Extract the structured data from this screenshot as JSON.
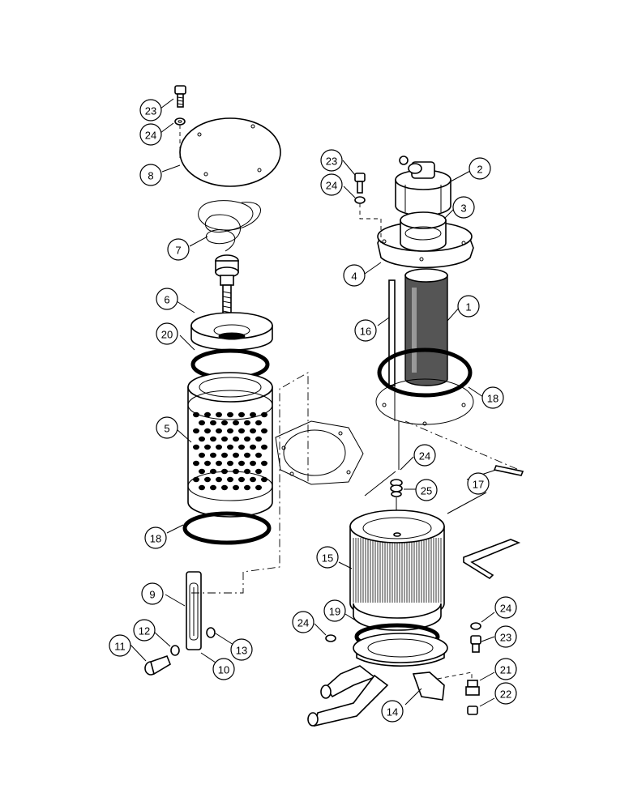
{
  "callouts": [
    {
      "id": "c23a",
      "label": "23"
    },
    {
      "id": "c24a",
      "label": "24"
    },
    {
      "id": "c8",
      "label": "8"
    },
    {
      "id": "c7",
      "label": "7"
    },
    {
      "id": "c6",
      "label": "6"
    },
    {
      "id": "c20",
      "label": "20"
    },
    {
      "id": "c5",
      "label": "5"
    },
    {
      "id": "c18a",
      "label": "18"
    },
    {
      "id": "c9",
      "label": "9"
    },
    {
      "id": "c12",
      "label": "12"
    },
    {
      "id": "c11",
      "label": "11"
    },
    {
      "id": "c10",
      "label": "10"
    },
    {
      "id": "c13",
      "label": "13"
    },
    {
      "id": "c23b",
      "label": "23"
    },
    {
      "id": "c2",
      "label": "2"
    },
    {
      "id": "c24b",
      "label": "24"
    },
    {
      "id": "c3",
      "label": "3"
    },
    {
      "id": "c4",
      "label": "4"
    },
    {
      "id": "c1",
      "label": "1"
    },
    {
      "id": "c16",
      "label": "16"
    },
    {
      "id": "c18b",
      "label": "18"
    },
    {
      "id": "c24c",
      "label": "24"
    },
    {
      "id": "c17",
      "label": "17"
    },
    {
      "id": "c25",
      "label": "25"
    },
    {
      "id": "c15",
      "label": "15"
    },
    {
      "id": "c24d",
      "label": "24"
    },
    {
      "id": "c19",
      "label": "19"
    },
    {
      "id": "c24e",
      "label": "24"
    },
    {
      "id": "c23c",
      "label": "23"
    },
    {
      "id": "c21",
      "label": "21"
    },
    {
      "id": "c14",
      "label": "14"
    },
    {
      "id": "c22",
      "label": "22"
    }
  ]
}
